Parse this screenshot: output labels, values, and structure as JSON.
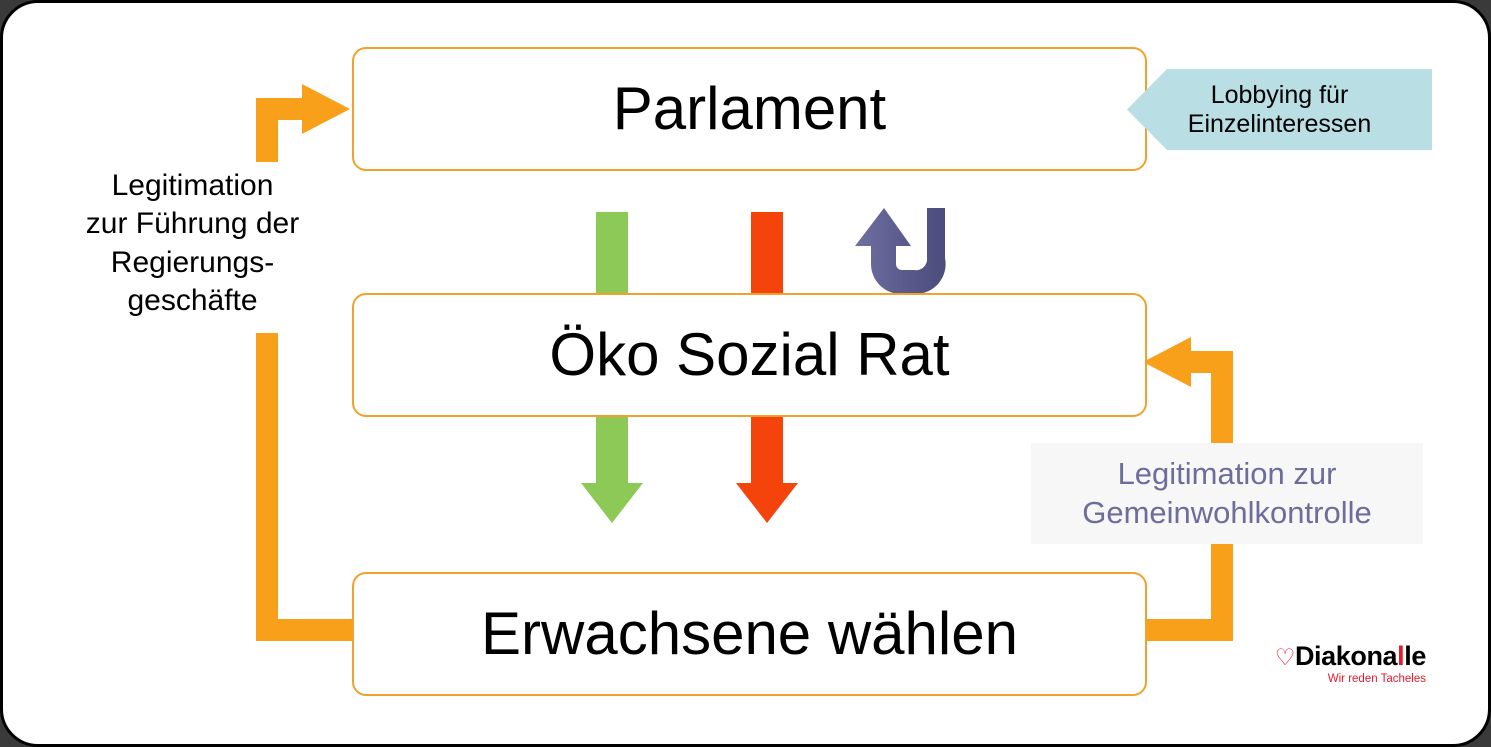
{
  "slide": {
    "title": "Öko Sozial Rat Legitimationsdiagramm",
    "frame_border_color": "#000000",
    "background": "#ffffff"
  },
  "colors": {
    "orange": "#F9A01B",
    "box_border": "#F2A22C",
    "green": "#8DC957",
    "red": "#F4440C",
    "purple": "#5C5C8E",
    "teal": "#B9DEE3",
    "label_purple_text": "#6D6D9C",
    "label_gray_bg": "#F7F7F7",
    "logo_red": "#E8192C"
  },
  "nodes": [
    {
      "id": "parlament",
      "label": "Parlament"
    },
    {
      "id": "rat",
      "label": "Öko Sozial Rat"
    },
    {
      "id": "erwachsene",
      "label": "Erwachsene wählen"
    }
  ],
  "labels": {
    "legitimation_regierung": {
      "lines": [
        "Legitimation",
        "zur Führung der",
        "Regierungs-",
        "geschäfte"
      ],
      "text": "Legitimation zur Führung der Regierungs- geschäfte"
    },
    "gemeinwohl": {
      "lines": [
        "Legitimation zur",
        "Gemeinwohlkontrolle"
      ],
      "text": "Legitimation zur Gemeinwohlkontrolle"
    },
    "lobbying": {
      "lines": [
        "Lobbying für",
        "Einzelinteressen"
      ],
      "text": "Lobbying für Einzelinteressen"
    }
  },
  "connectors": [
    {
      "id": "left-loop",
      "name": "legitimation-loop-arrow",
      "color": "#F9A01B",
      "from": "erwachsene",
      "to": "parlament",
      "direction": "right"
    },
    {
      "id": "right-loop",
      "name": "gemeinwohl-loop-arrow",
      "color": "#F9A01B",
      "from": "erwachsene",
      "to": "rat",
      "direction": "left"
    },
    {
      "id": "green-down",
      "name": "green-down-arrow",
      "color": "#8DC957",
      "from": "parlament",
      "to": "erwachsene",
      "direction": "down"
    },
    {
      "id": "red-down",
      "name": "red-down-arrow",
      "color": "#F4440C",
      "from": "parlament",
      "to": "erwachsene",
      "direction": "down"
    },
    {
      "id": "uturn",
      "name": "purple-u-turn-arrow",
      "color": "#5C5C8E",
      "from": "rat",
      "to": "parlament",
      "direction": "up"
    },
    {
      "id": "lobby",
      "name": "lobbying-chevron-arrow",
      "color": "#B9DEE3",
      "from": "external",
      "to": "parlament",
      "direction": "left"
    }
  ],
  "logo": {
    "heart": "♡",
    "name_part1": "Diakona",
    "name_red_letter": "l",
    "name_part2": "le",
    "tagline": "Wir reden Tacheles"
  }
}
